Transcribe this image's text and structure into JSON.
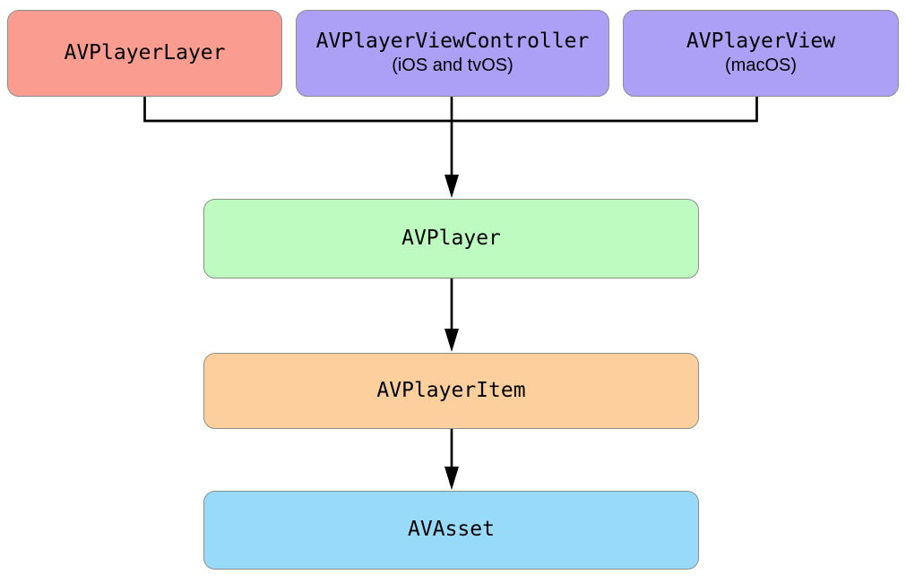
{
  "diagram": {
    "nodes": {
      "player_layer": {
        "label": "AVPlayerLayer",
        "fill": "#FA9D90"
      },
      "player_view_controller": {
        "label": "AVPlayerViewController",
        "sublabel": "(iOS and tvOS)",
        "fill": "#ABA0F6"
      },
      "player_view": {
        "label": "AVPlayerView",
        "sublabel": "(macOS)",
        "fill": "#ABA0F6"
      },
      "player": {
        "label": "AVPlayer",
        "fill": "#BDFBC1"
      },
      "player_item": {
        "label": "AVPlayerItem",
        "fill": "#FCCF9D"
      },
      "asset": {
        "label": "AVAsset",
        "fill": "#98DAFA"
      }
    },
    "edges": [
      {
        "from": "AVPlayerLayer",
        "to": "AVPlayer"
      },
      {
        "from": "AVPlayerViewController",
        "to": "AVPlayer"
      },
      {
        "from": "AVPlayerView",
        "to": "AVPlayer"
      },
      {
        "from": "AVPlayer",
        "to": "AVPlayerItem"
      },
      {
        "from": "AVPlayerItem",
        "to": "AVAsset"
      }
    ],
    "colors": {
      "background": "#FFFFFF",
      "node_border": "#8E8E8E",
      "connector": "#000000",
      "text": "#000000"
    }
  }
}
